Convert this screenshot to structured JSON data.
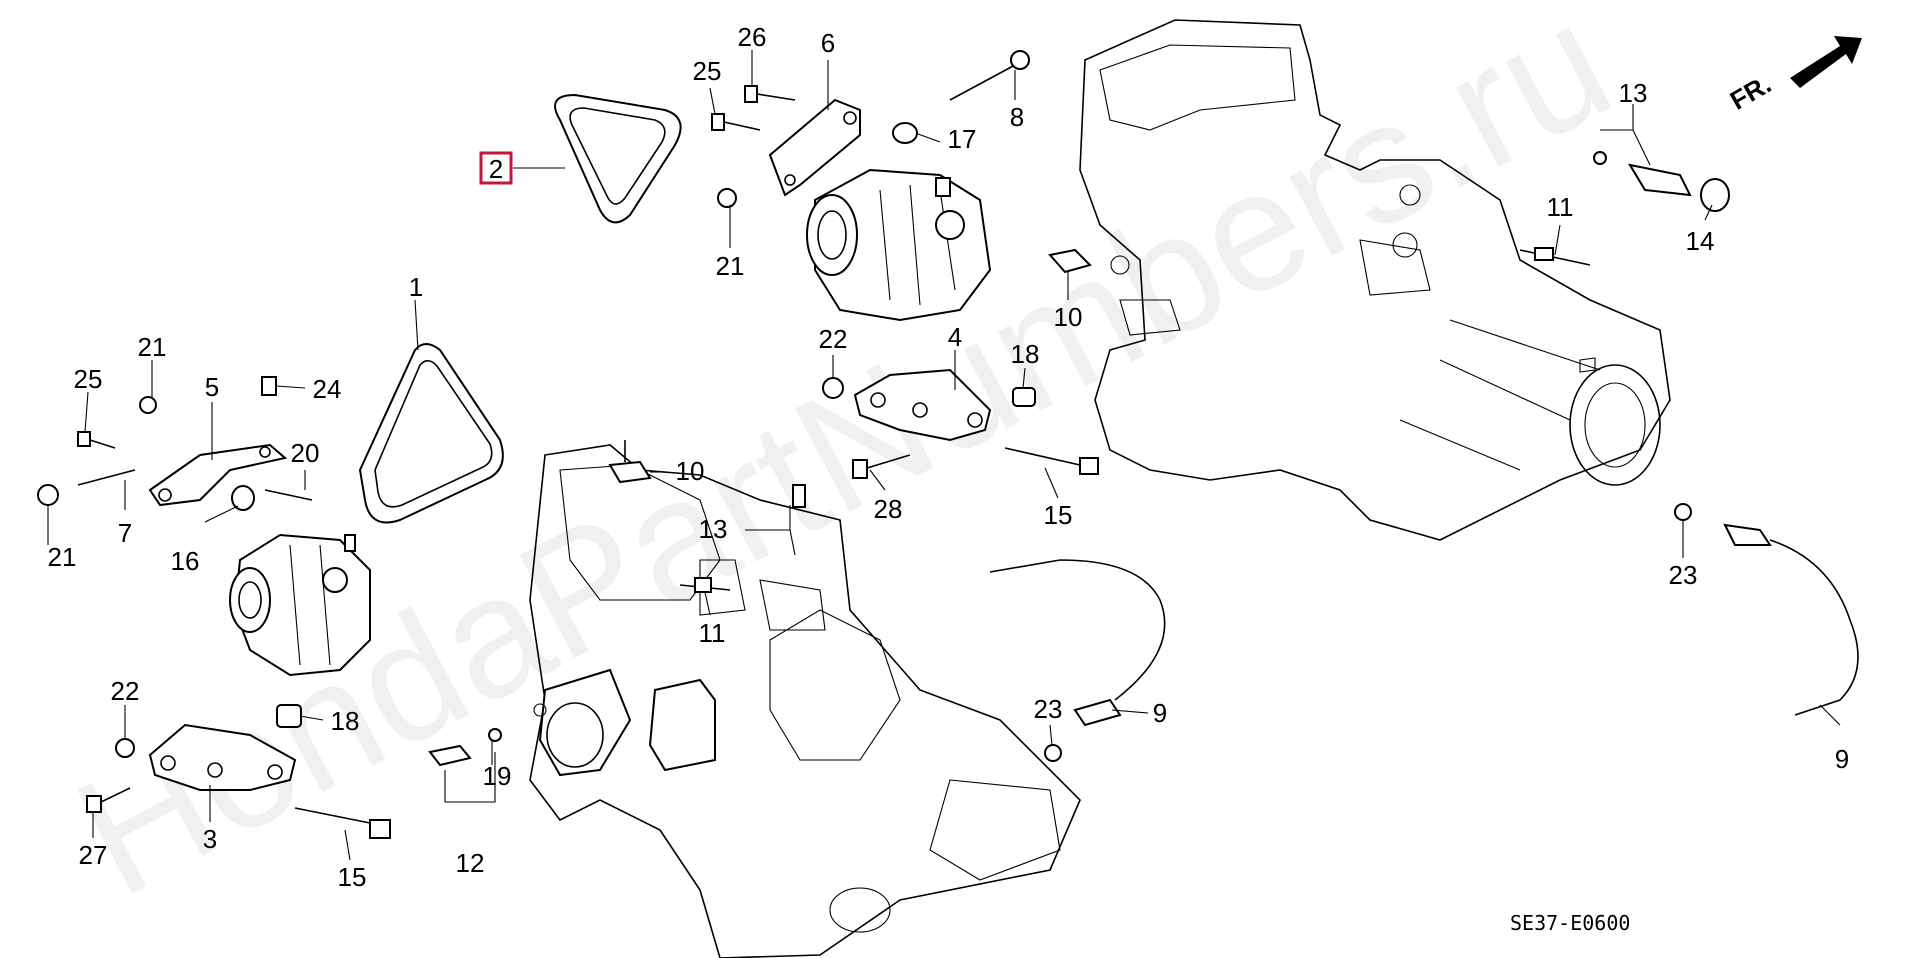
{
  "watermark": "HondaPartNumbers.ru",
  "direction_label": "FR.",
  "diagram_code": "SE37-E0600",
  "highlighted_label": "2",
  "callouts": {
    "c1": "1",
    "c2": "2",
    "c3": "3",
    "c4": "4",
    "c5": "5",
    "c6": "6",
    "c7": "7",
    "c8": "8",
    "c9a": "9",
    "c9b": "9",
    "c10a": "10",
    "c10b": "10",
    "c11a": "11",
    "c11b": "11",
    "c12": "12",
    "c13a": "13",
    "c13b": "13",
    "c14": "14",
    "c15a": "15",
    "c15b": "15",
    "c16": "16",
    "c17": "17",
    "c18a": "18",
    "c18b": "18",
    "c19": "19",
    "c20": "20",
    "c21a": "21",
    "c21b": "21",
    "c21c": "21",
    "c22a": "22",
    "c22b": "22",
    "c23a": "23",
    "c23b": "23",
    "c24": "24",
    "c25a": "25",
    "c25b": "25",
    "c26": "26",
    "c27": "27",
    "c28": "28"
  },
  "colors": {
    "highlight": "#c0183a",
    "line": "#000000",
    "background": "#ffffff"
  }
}
